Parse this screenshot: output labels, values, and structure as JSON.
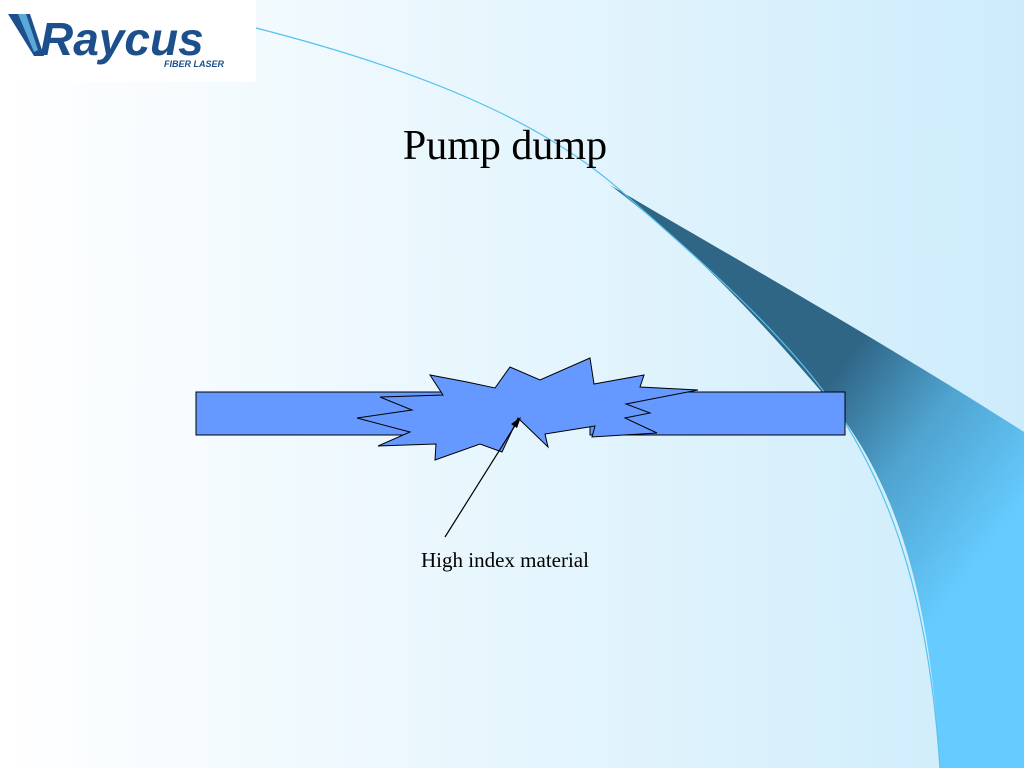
{
  "slide": {
    "title": "Pump dump"
  },
  "logo": {
    "brand": "Raycus",
    "tagline": "FIBER LASER",
    "color": "#1d4f8c"
  },
  "diagram": {
    "callout_label": "High index material",
    "fiber_color": "#6699ff",
    "outline_color": "#000000"
  },
  "theme": {
    "background_light": "#ffffff",
    "background_tint": "#cfeefc",
    "swoosh_dark": "#2e6a8e",
    "swoosh_light": "#66ccff"
  }
}
